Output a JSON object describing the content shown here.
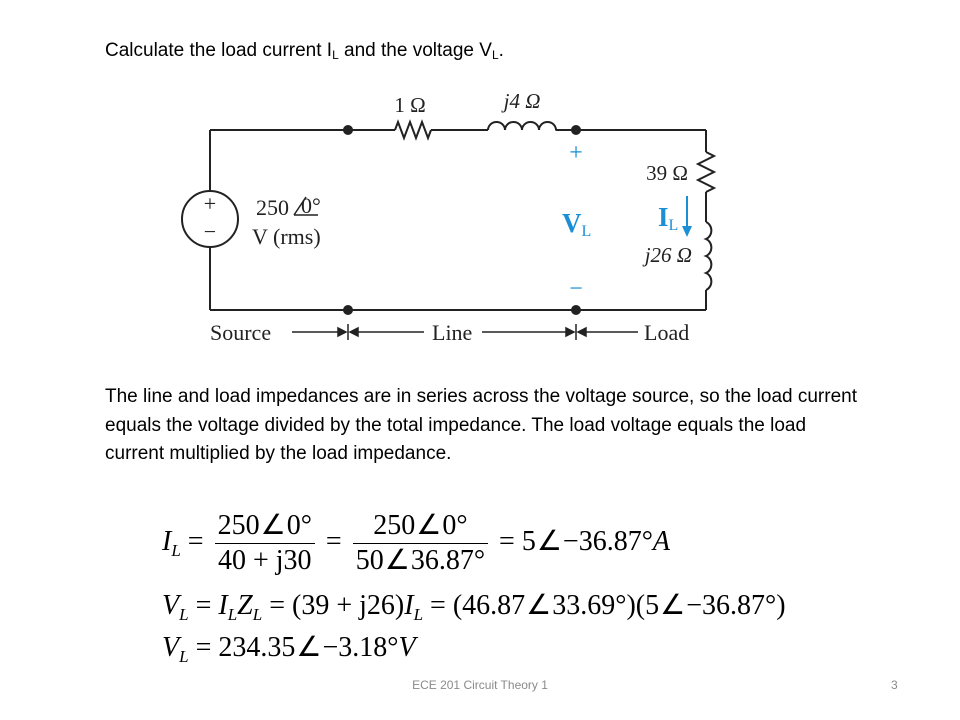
{
  "title": {
    "text": "Calculate the load current I",
    "sub1": "L",
    "mid": " and the voltage V",
    "sub2": "L",
    "end": "."
  },
  "circuit": {
    "r_line": "1 Ω",
    "x_line": "j4 Ω",
    "r_load": "39 Ω",
    "x_load": "j26 Ω",
    "source_mag": "250",
    "source_ang": "0°",
    "source_unit": "V (rms)",
    "plus": "+",
    "minus": "−",
    "vl_main": "V",
    "vl_sub": "L",
    "il_main": "I",
    "il_sub": "L",
    "label_source": "Source",
    "label_line": "Line",
    "label_load": "Load",
    "accent_color": "#1a8fd6"
  },
  "body": "The line and load impedances are in series across the voltage source, so the load current equals the voltage divided by the total impedance. The load voltage equals the load current multiplied by the load impedance.",
  "equations": {
    "eq1": {
      "lhs_var": "I",
      "lhs_sub": "L",
      "f1_num_mag": "250",
      "f1_num_ang": "0°",
      "f1_den": "40 + j30",
      "f2_num_mag": "250",
      "f2_num_ang": "0°",
      "f2_den_mag": "50",
      "f2_den_ang": "36.87°",
      "res_mag": "5",
      "res_ang": "−36.87°",
      "res_unit": "A"
    },
    "eq2": {
      "lhs_var": "V",
      "lhs_sub": "L",
      "i_var": "I",
      "i_sub": "L",
      "z_var": "Z",
      "z_sub": "L",
      "expr1": "(39 + j26)",
      "i2_var": "I",
      "i2_sub": "L",
      "open1": "(46.87",
      "ang1": "33.69°)",
      "open2": "(5",
      "ang2": "−36.87°)"
    },
    "eq3": {
      "lhs_var": "V",
      "lhs_sub": "L",
      "mag": "234.35",
      "ang": "−3.18°",
      "unit": "V"
    }
  },
  "footer": {
    "course": "ECE 201 Circuit Theory 1",
    "page": "3"
  }
}
